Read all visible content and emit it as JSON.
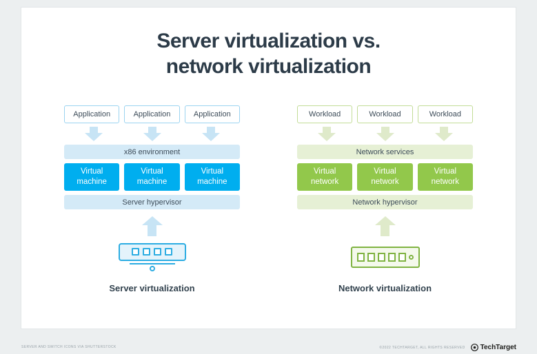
{
  "title": {
    "line1": "Server virtualization vs.",
    "line2": "network virtualization"
  },
  "server": {
    "accent": "#00AEEF",
    "light": "#D4EAF7",
    "apps": [
      "Application",
      "Application",
      "Application"
    ],
    "environment": "x86 environment",
    "vms": [
      "Virtual machine",
      "Virtual machine",
      "Virtual machine"
    ],
    "hypervisor": "Server hypervisor",
    "caption": "Server virtualization"
  },
  "network": {
    "accent": "#92C84B",
    "light": "#E6F0D5",
    "workloads": [
      "Workload",
      "Workload",
      "Workload"
    ],
    "services": "Network services",
    "vns": [
      "Virtual network",
      "Virtual network",
      "Virtual network"
    ],
    "hypervisor": "Network hypervisor",
    "caption": "Network virtualization"
  },
  "footer": {
    "left_credit": "SERVER AND SWITCH ICONS VIA SHUTTERSTOCK",
    "copyright": "©2022 TECHTARGET, ALL RIGHTS RESERVED",
    "logo": "TechTarget"
  }
}
